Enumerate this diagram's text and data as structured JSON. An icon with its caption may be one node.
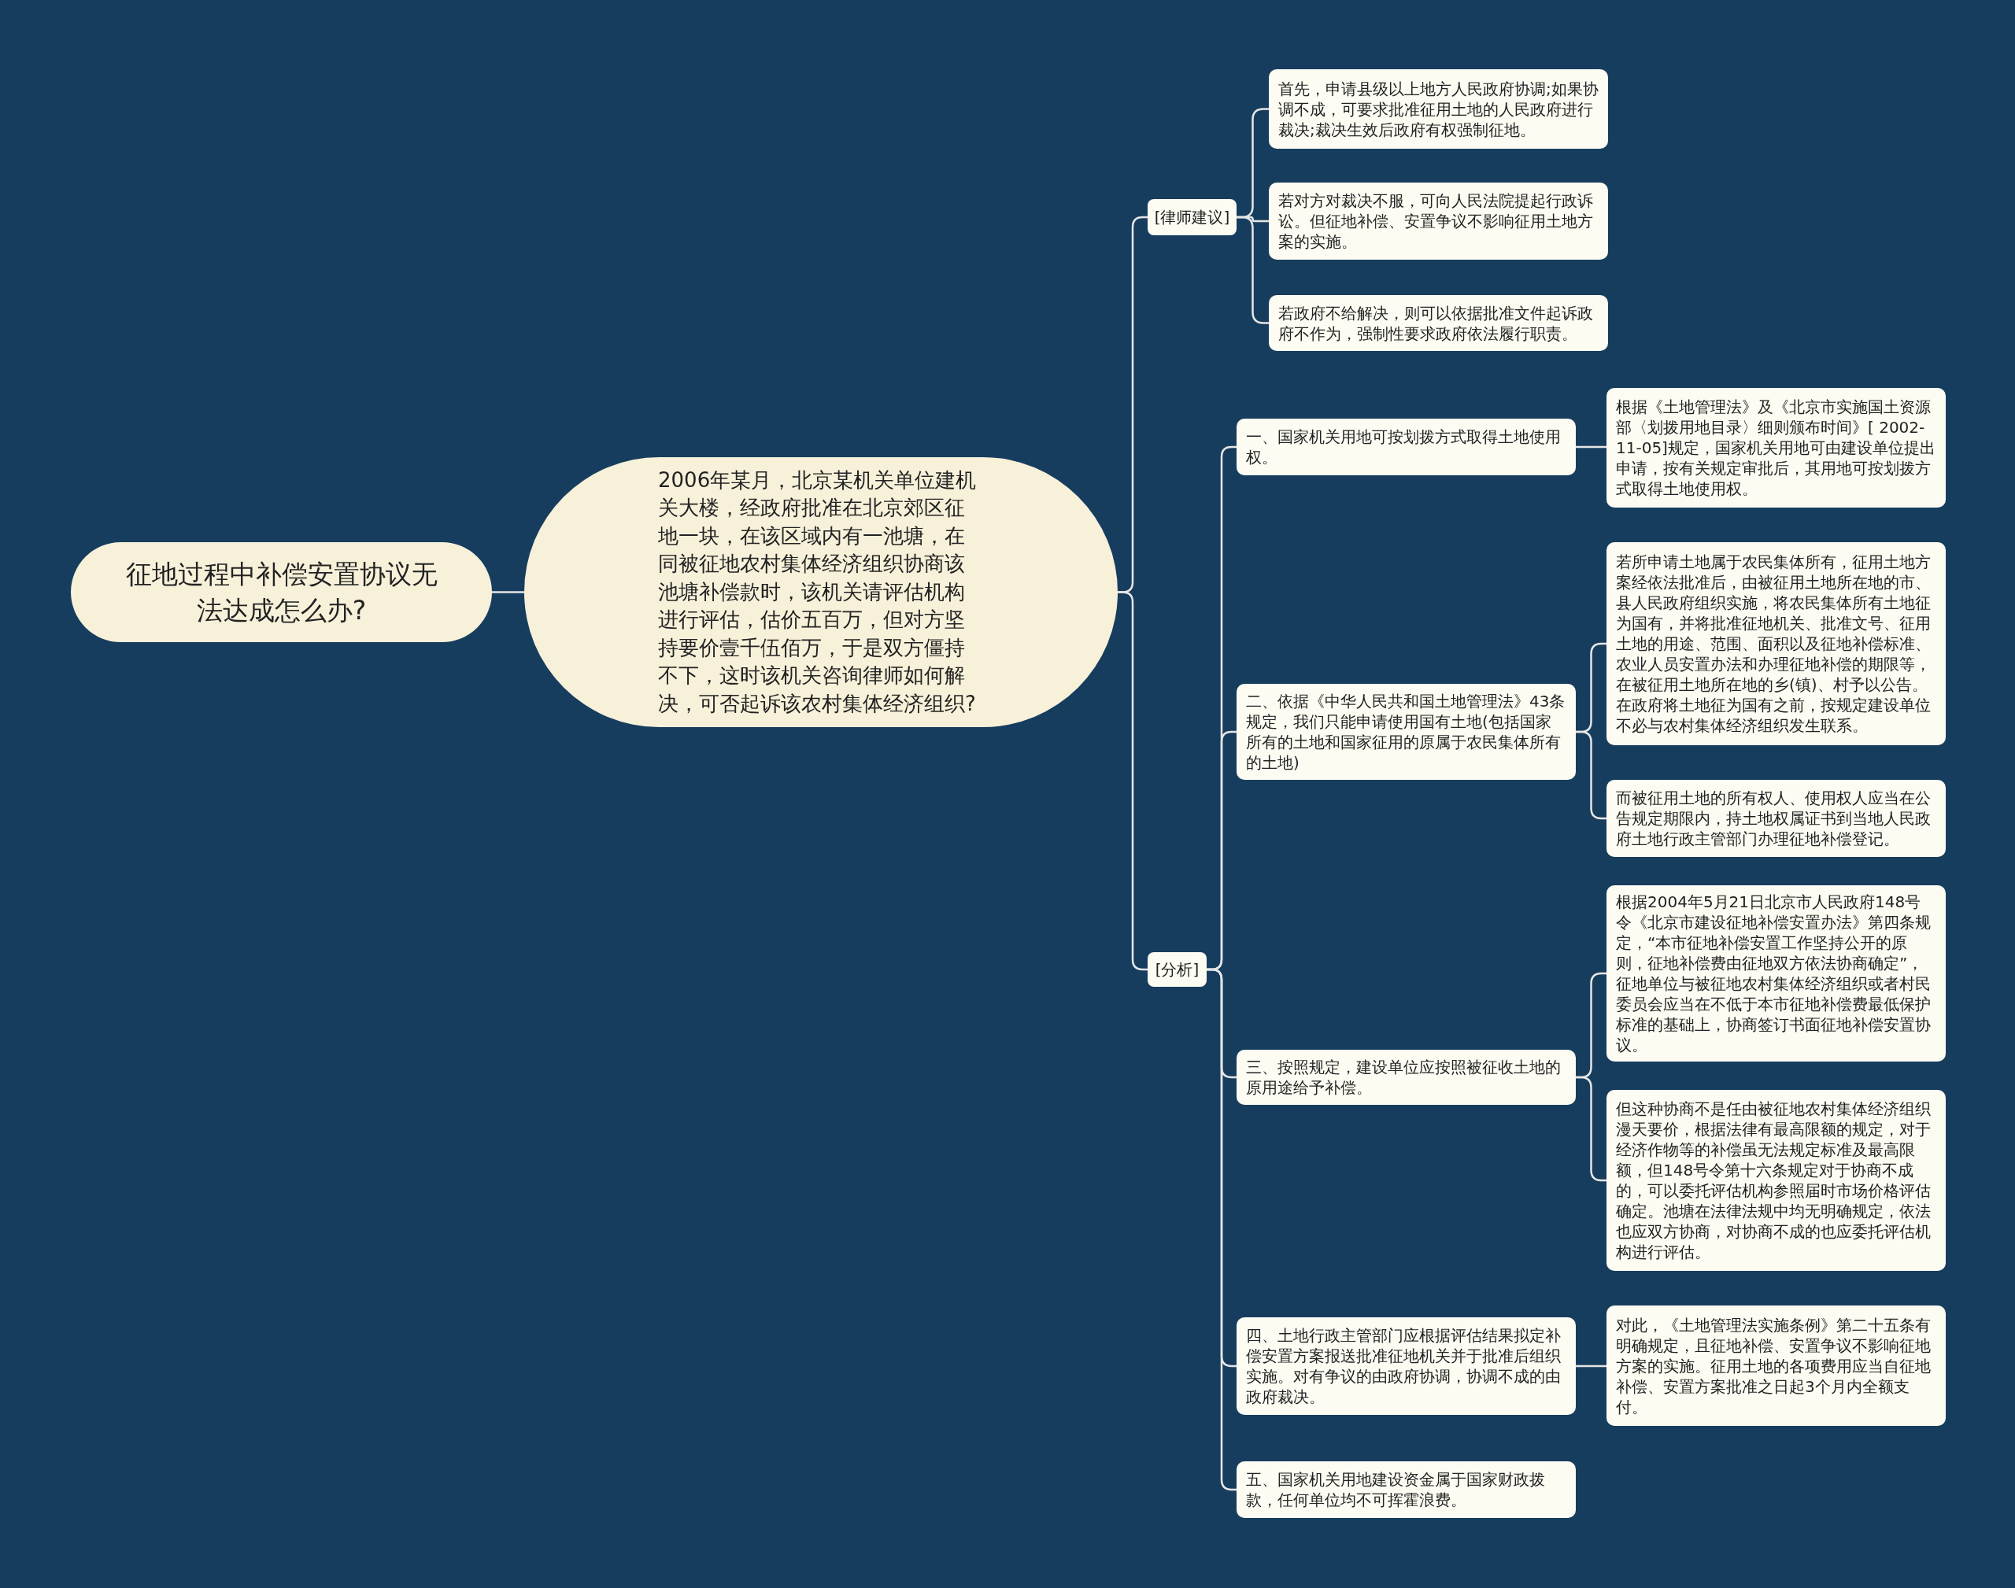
{
  "diagram": {
    "nodes": [
      {
        "text": [
          "征地过程中补偿安置协议无法达成怎么办?"
        ]
      },
      {
        "text": [
          "2006年某月，北京某机关单位建机关大楼，经政府批准在北京郊区征地一块，在该区域内有一池塘，在同被征地农村集体经济组织协商该池塘补偿款时，该机关请评估机构进行评估，估价五百万，但对方坚持要价壹千伍佰万，于是双方僵持不下，这时该机关咨询律师如何解决，可否起诉该农村集体经济组织?"
        ]
      },
      {
        "text": [
          "[律师建议]"
        ]
      },
      {
        "text": [
          "首先，申请县级以上地方人民政府协调;如果协调不成，可要求批准征用土地的人民政府进行裁决;裁决生效后政府有权强制征地。"
        ]
      },
      {
        "text": [
          "若对方对裁决不服，可向人民法院提起行政诉讼。但征地补偿、安置争议不影响征用土地方案的实施。"
        ]
      },
      {
        "text": [
          "若政府不给解决，则可以依据批准文件起诉政府不作为，强制性要求政府依法履行职责。"
        ]
      },
      {
        "text": [
          "[分析]"
        ]
      },
      {
        "text": [
          "一、国家机关用地可按划拨方式取得土地使用权。"
        ]
      },
      {
        "text": [
          "根据《土地管理法》及《北京市实施国土资源部〈划拨用地目录〉细则颁布时间》[ 2002-11-05]规定，国家机关用地可由建设单位提出申请，按有关规定审批后，其用地可按划拨方式取得土地使用权。"
        ]
      },
      {
        "text": [
          "二、依据《中华人民共和国土地管理法》43条规定，我们只能申请使用国有土地(包括国家所有的土地和国家征用的原属于农民集体所有的土地)"
        ]
      },
      {
        "text": [
          "若所申请土地属于农民集体所有，征用土地方案经依法批准后，由被征用土地所在地的市、县人民政府组织实施，将农民集体所有土地征为国有，并将批准征地机关、批准文号、征用土地的用途、范围、面积以及征地补偿标准、农业人员安置办法和办理征地补偿的期限等，在被征用土地所在地的乡(镇)、村予以公告。在政府将土地征为国有之前，按规定建设单位不必与农村集体经济组织发生联系。"
        ]
      },
      {
        "text": [
          "而被征用土地的所有权人、使用权人应当在公告规定期限内，持土地权属证书到当地人民政府土地行政主管部门办理征地补偿登记。"
        ]
      },
      {
        "text": [
          "三、按照规定，建设单位应按照被征收土地的原用途给予补偿。"
        ]
      },
      {
        "text": [
          "根据2004年5月21日北京市人民政府148号令《北京市建设征地补偿安置办法》第四条规定，“本市征地补偿安置工作坚持公开的原则，征地补偿费由征地双方依法协商确定”，征地单位与被征地农村集体经济组织或者村民委员会应当在不低于本市征地补偿费最低保护标准的基础上，协商签订书面征地补偿安置协议。"
        ]
      },
      {
        "text": [
          "但这种协商不是任由被征地农村集体经济组织漫天要价，根据法律有最高限额的规定，对于经济作物等的补偿虽无法规定标准及最高限额，但148号令第十六条规定对于协商不成的，可以委托评估机构参照届时市场价格评估确定。池塘在法律法规中均无明确规定，依法也应双方协商，对协商不成的也应委托评估机构进行评估。"
        ]
      },
      {
        "text": [
          "四、土地行政主管部门应根据评估结果拟定补偿安置方案报送批准征地机关并于批准后组织实施。对有争议的由政府协调，协调不成的由政府裁决。"
        ]
      },
      {
        "text": [
          "对此，《土地管理法实施条例》第二十五条有明确规定，且征地补偿、安置争议不影响征地方案的实施。征用土地的各项费用应当自征地补偿、安置方案批准之日起3个月内全额支付。"
        ]
      },
      {
        "text": [
          "五、国家机关用地建设资金属于国家财政拨款，任何单位均不可挥霍浪费。"
        ]
      }
    ],
    "edges": [
      {
        "from": 0,
        "to": 1,
        "arrow": "none"
      },
      {
        "from": 1,
        "to": 2,
        "arrow": "none"
      },
      {
        "from": 1,
        "to": 6,
        "arrow": "none"
      },
      {
        "from": 2,
        "to": 3,
        "arrow": "none"
      },
      {
        "from": 2,
        "to": 4,
        "arrow": "none"
      },
      {
        "from": 2,
        "to": 5,
        "arrow": "none"
      },
      {
        "from": 6,
        "to": 7,
        "arrow": "none"
      },
      {
        "from": 6,
        "to": 9,
        "arrow": "none"
      },
      {
        "from": 6,
        "to": 12,
        "arrow": "none"
      },
      {
        "from": 6,
        "to": 15,
        "arrow": "none"
      },
      {
        "from": 6,
        "to": 17,
        "arrow": "none"
      },
      {
        "from": 7,
        "to": 8,
        "arrow": "none"
      },
      {
        "from": 9,
        "to": 10,
        "arrow": "none"
      },
      {
        "from": 9,
        "to": 11,
        "arrow": "none"
      },
      {
        "from": 12,
        "to": 13,
        "arrow": "none"
      },
      {
        "from": 12,
        "to": 14,
        "arrow": "none"
      },
      {
        "from": 15,
        "to": 16,
        "arrow": "none"
      }
    ]
  }
}
